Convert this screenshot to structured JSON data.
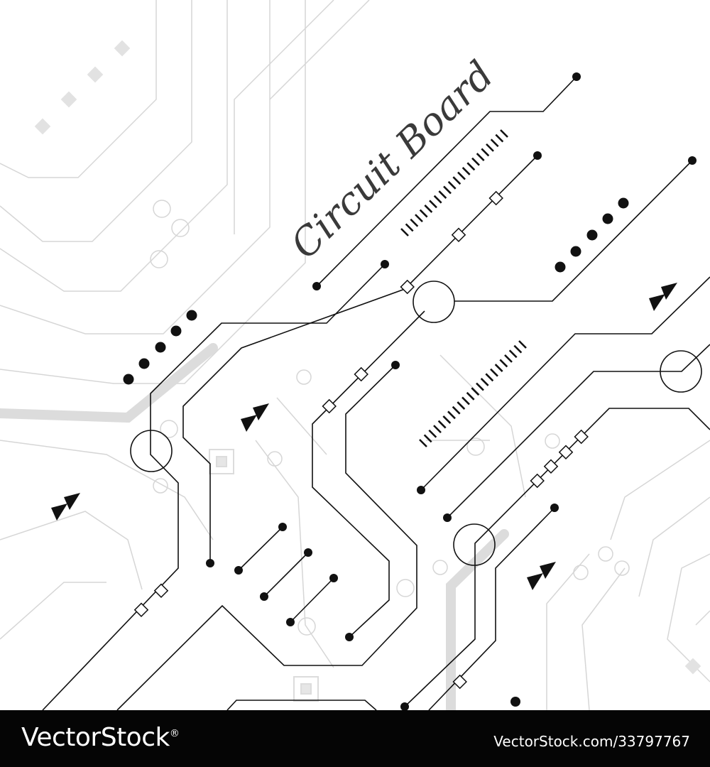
{
  "artwork": {
    "title": "Circuit Board",
    "colors": {
      "background": "#ffffff",
      "trace": "#111111",
      "faint_trace": "#d6d6d6",
      "footer": "#050505"
    }
  },
  "footer": {
    "brand_name": "VectorStock",
    "brand_mark": "®",
    "image_id": "VectorStock.com/33797767"
  }
}
